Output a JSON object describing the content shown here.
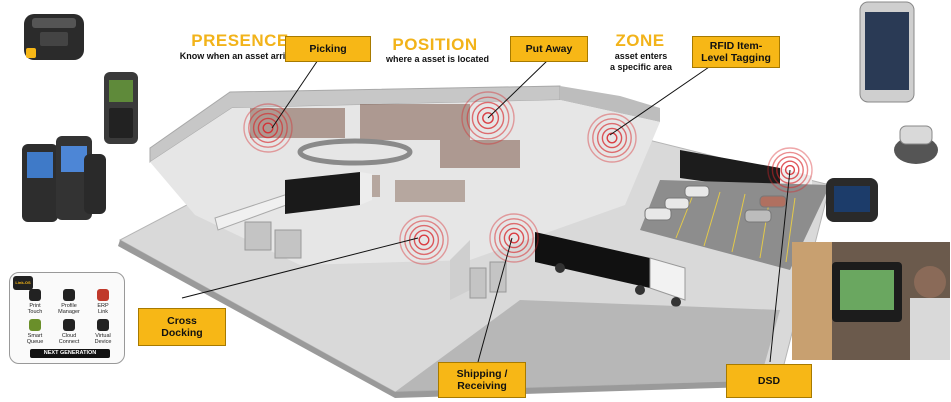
{
  "headings": {
    "presence": {
      "title": "PRESENCE",
      "subtitle": "Know when an asset arrives"
    },
    "position": {
      "title": "POSITION",
      "subtitle": "where a asset is located"
    },
    "zone": {
      "title": "ZONE",
      "subtitle_line1": "asset enters",
      "subtitle_line2": "a specific area"
    }
  },
  "callouts": {
    "picking": "Picking",
    "put_away": "Put Away",
    "rfid_line1": "RFID Item-",
    "rfid_line2": "Level Tagging",
    "cross_line1": "Cross",
    "cross_line2": "Docking",
    "shipping_line1": "Shipping /",
    "shipping_line2": "Receiving",
    "dsd": "DSD"
  },
  "linkos_panel": {
    "badge": "Link-OS",
    "items": [
      {
        "line1": "Print",
        "line2": "Touch"
      },
      {
        "line1": "Profile",
        "line2": "Manager"
      },
      {
        "line1": "ERP",
        "line2": "Link"
      },
      {
        "line1": "Smart",
        "line2": "Queue"
      },
      {
        "line1": "Cloud",
        "line2": "Connect"
      },
      {
        "line1": "Virtual",
        "line2": "Device"
      }
    ],
    "footer": "NEXT GENERATION"
  },
  "colors": {
    "accent_yellow": "#f7b716",
    "heading_yellow": "#f2b31a",
    "signal_red": "#d8262b"
  }
}
